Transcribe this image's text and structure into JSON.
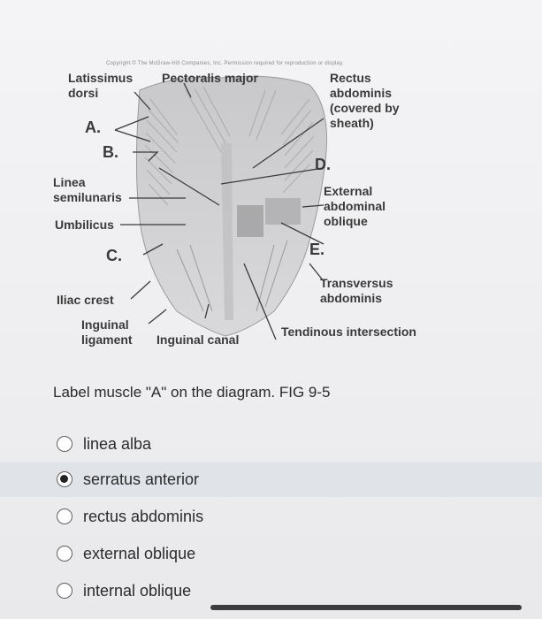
{
  "figure": {
    "copyright": "Copyright © The McGraw-Hill Companies, Inc. Permission required for reproduction or display.",
    "labels": {
      "latissimus": "Latissimus\ndorsi",
      "pectoralis": "Pectoralis major",
      "rectus": "Rectus\nabdominis\n(covered by\nsheath)",
      "a": "A.",
      "b": "B.",
      "c": "C.",
      "d": "D.",
      "e": "E.",
      "linea": "Linea\nsemilunaris",
      "umbilicus": "Umbilicus",
      "external": "External\nabdominal\noblique",
      "iliac": "Iliac crest",
      "transversus": "Transversus\nabdominis",
      "inguinal_lig": "Inguinal\nligament",
      "inguinal_canal": "Inguinal canal",
      "tendinous": "Tendinous intersection"
    }
  },
  "question": {
    "text": "Label muscle \"A\" on the diagram. FIG 9-5"
  },
  "options": [
    {
      "label": "linea alba",
      "selected": false
    },
    {
      "label": "serratus anterior",
      "selected": true
    },
    {
      "label": "rectus abdominis",
      "selected": false
    },
    {
      "label": "external oblique",
      "selected": false
    },
    {
      "label": "internal oblique",
      "selected": false
    }
  ]
}
